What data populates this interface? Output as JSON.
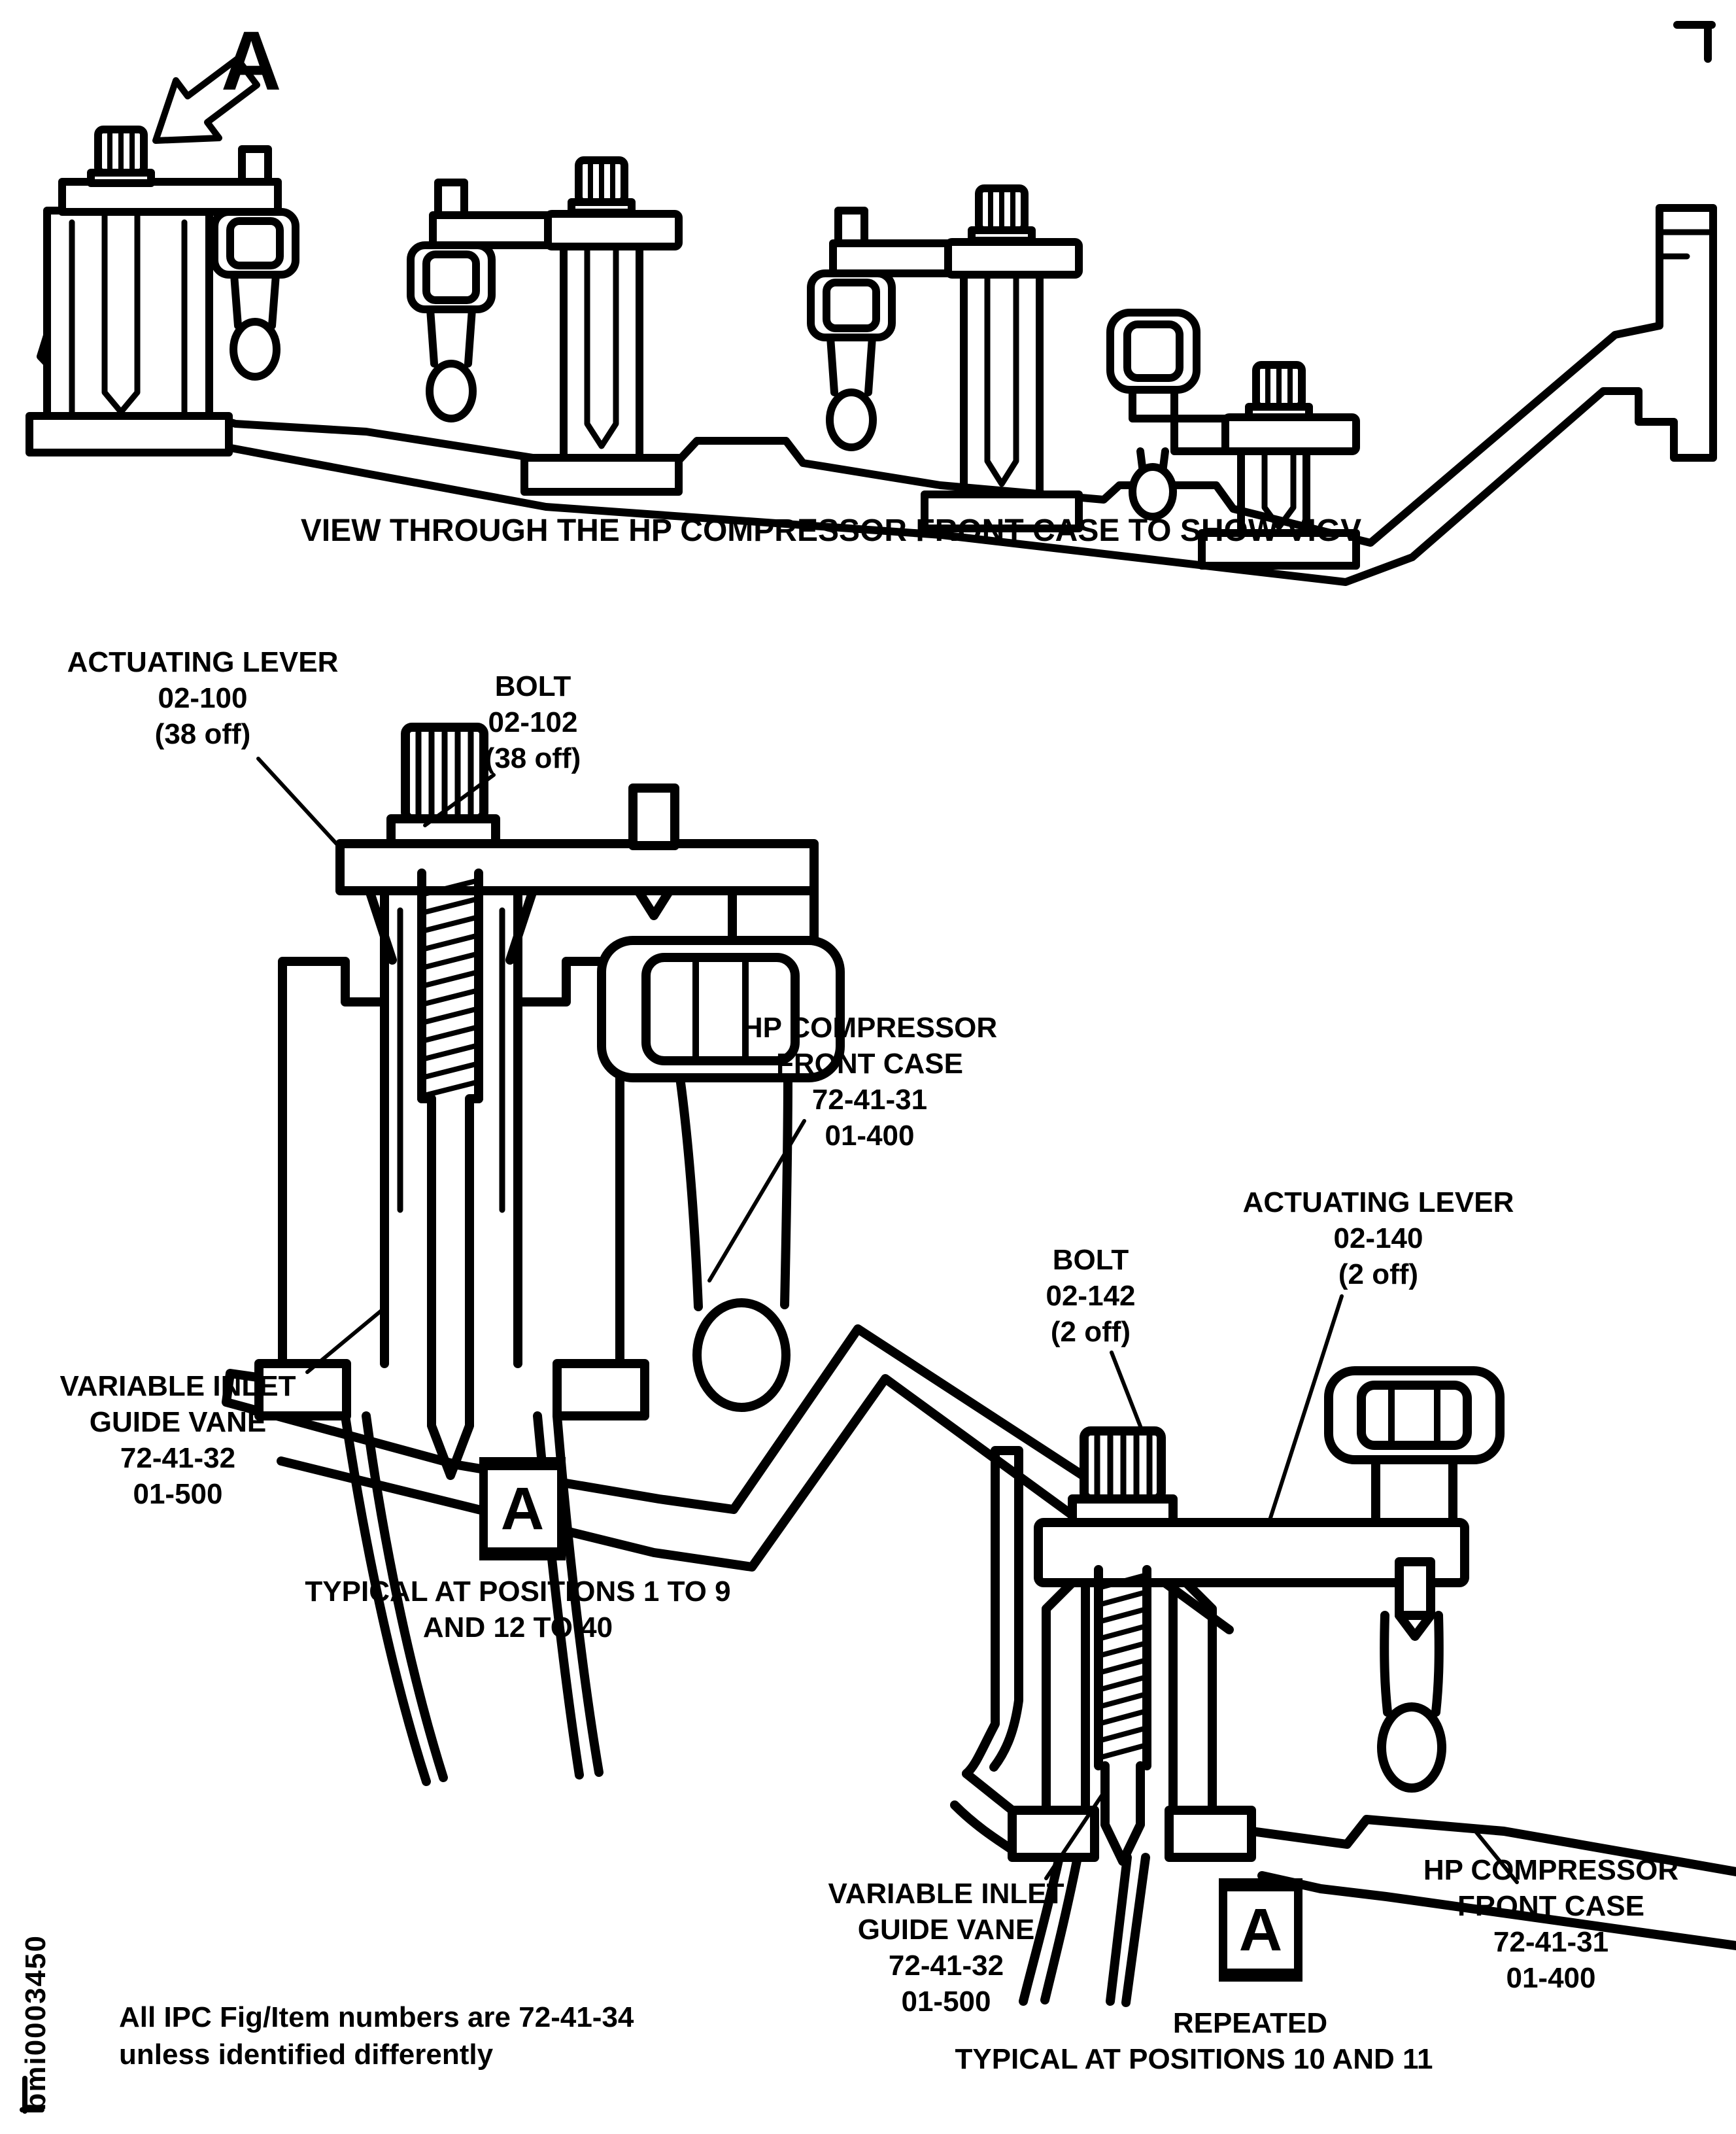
{
  "page": {
    "background": "#ffffff",
    "ink": "#000000",
    "figure_id_vertical": "bmi0003450",
    "top_view": {
      "detail_arrow_label": "A",
      "caption": "VIEW THROUGH THE HP COMPRESSOR FRONT CASE TO SHOW VIGV"
    },
    "left_detail": {
      "actuating_lever_label": {
        "line1": "ACTUATING LEVER",
        "line2": "02-100",
        "line3": "(38 off)"
      },
      "bolt_label": {
        "line1": "BOLT",
        "line2": "02-102",
        "line3": "(38 off)"
      },
      "front_case_label": {
        "line1": "HP COMPRESSOR",
        "line2": "FRONT CASE",
        "line3": "72-41-31",
        "line4": "01-400"
      },
      "guide_vane_label": {
        "line1": "VARIABLE INLET",
        "line2": "GUIDE VANE",
        "line3": "72-41-32",
        "line4": "01-500"
      },
      "detail_marker": "A",
      "note_line1": "TYPICAL AT POSITIONS 1 TO 9",
      "note_line2": "AND 12 TO 40"
    },
    "right_detail": {
      "bolt_label": {
        "line1": "BOLT",
        "line2": "02-142",
        "line3": "(2 off)"
      },
      "actuating_lever_label": {
        "line1": "ACTUATING LEVER",
        "line2": "02-140",
        "line3": "(2 off)"
      },
      "guide_vane_label": {
        "line1": "VARIABLE INLET",
        "line2": "GUIDE VANE",
        "line3": "72-41-32",
        "line4": "01-500"
      },
      "front_case_label": {
        "line1": "HP COMPRESSOR",
        "line2": "FRONT CASE",
        "line3": "72-41-31",
        "line4": "01-400"
      },
      "detail_marker": "A",
      "note_line1": "REPEATED",
      "note_line2": "TYPICAL AT POSITIONS 10 AND 11"
    },
    "footer_note": {
      "line1": "All IPC Fig/Item numbers are 72-41-34",
      "line2": "unless identified differently"
    }
  }
}
